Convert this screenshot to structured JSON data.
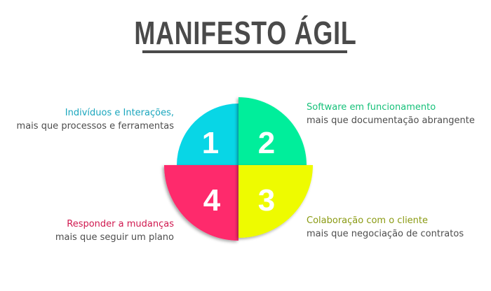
{
  "title": "MANIFESTO ÁGIL",
  "quadrants": [
    {
      "number": "1",
      "color": "#08d6e6",
      "heading": "Indivíduos e Interações,",
      "heading_color": "#1aa6bd",
      "subtext": "mais que processos e ferramentas"
    },
    {
      "number": "2",
      "color": "#05ee9b",
      "heading": "Software em funcionamento",
      "heading_color": "#17c17a",
      "subtext": "mais que documentação abrangente"
    },
    {
      "number": "3",
      "color": "#eefb06",
      "heading": "Colaboração com o cliente",
      "heading_color": "#8a9a12",
      "subtext": "mais que negociação de contratos"
    },
    {
      "number": "4",
      "color": "#fe2a6c",
      "heading": "Responder a mudanças",
      "heading_color": "#d0184f",
      "subtext": "mais que seguir um plano"
    }
  ]
}
